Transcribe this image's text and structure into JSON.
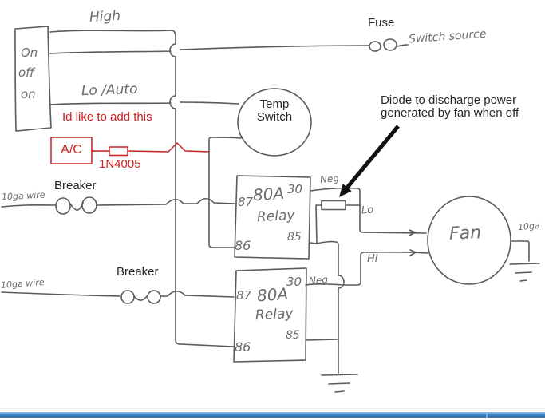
{
  "colors": {
    "pencil": "#5a5a5a",
    "handwriting": "#6b6b6b",
    "typed_ink": "#262626",
    "red": "#cf2020",
    "scrollbar_blue": "#4485c6"
  },
  "switch_panel": {
    "position_top": "On",
    "position_middle": "off",
    "position_bottom": "on"
  },
  "labels": {
    "high": "High",
    "lo_auto": "Lo /Auto",
    "fuse": "Fuse",
    "switch_source": "Switch source",
    "breaker_top": "Breaker",
    "breaker_bottom": "Breaker",
    "gauge_wire_top": "10ga wire",
    "gauge_wire_bottom": "10ga wire",
    "gauge_fan": "10ga",
    "neg_top": "Neg",
    "neg_bottom": "Neg",
    "lo": "Lo",
    "hi": "HI",
    "fan": "Fan",
    "temp_switch_line1": "Temp",
    "temp_switch_line2": "Switch"
  },
  "relay_top": {
    "rating": "80A",
    "name": "Relay",
    "pin_30": "30",
    "pin_85": "85",
    "pin_86": "86",
    "pin_87": "87"
  },
  "relay_bottom": {
    "rating": "80A",
    "name": "Relay",
    "pin_30": "30",
    "pin_85": "85",
    "pin_86": "86",
    "pin_87": "87"
  },
  "annotations": {
    "wish_note": "Id like to add this",
    "ac": "A/C",
    "diode_part": "1N4005",
    "diode_note_line1": "Diode to discharge power",
    "diode_note_line2": "generated by fan when off"
  }
}
